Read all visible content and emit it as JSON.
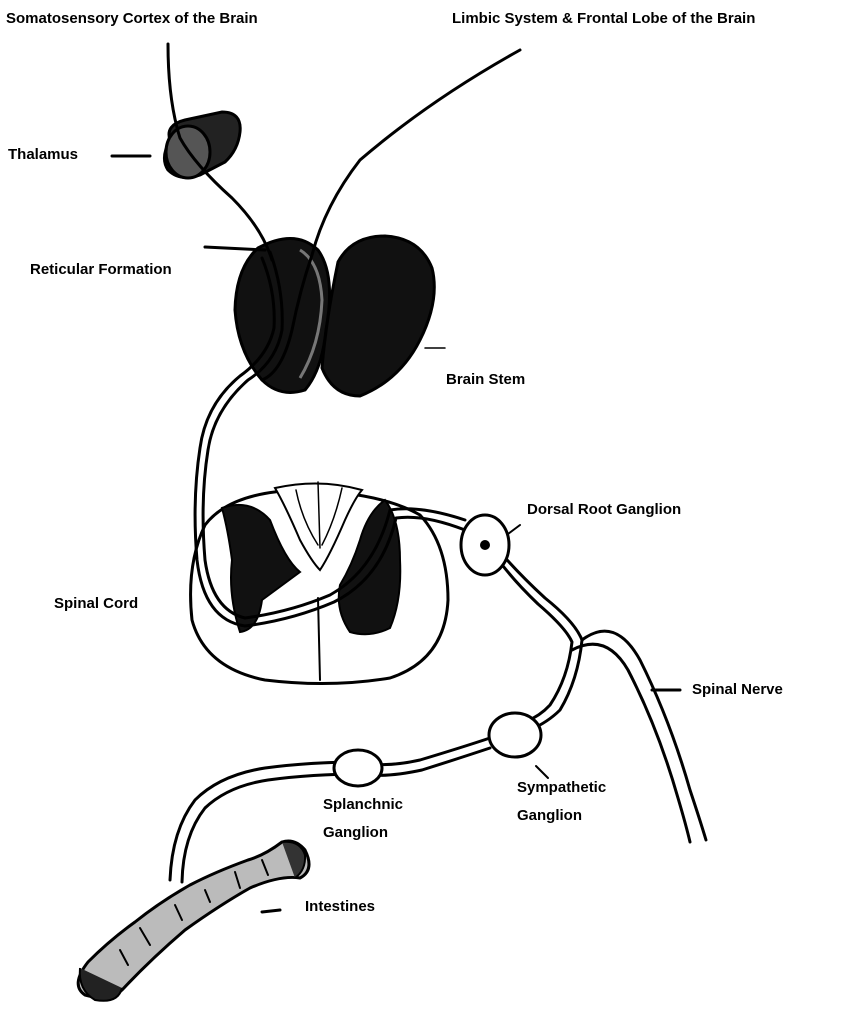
{
  "labels": {
    "somatosensory": "Somatosensory Cortex of the Brain",
    "limbic": "Limbic System & Frontal Lobe of the Brain",
    "thalamus": "Thalamus",
    "reticular": "Reticular Formation",
    "brain_stem": "Brain Stem",
    "dorsal_root": "Dorsal Root Ganglion",
    "spinal_cord": "Spinal Cord",
    "spinal_nerve": "Spinal Nerve",
    "splanchnic_line1": "Splanchnic",
    "splanchnic_line2": "Ganglion",
    "sympathetic_line1": "Sympathetic",
    "sympathetic_line2": "Ganglion",
    "intestines": "Intestines"
  },
  "colors": {
    "ink": "#000000",
    "paper": "#ffffff",
    "mass": "#111111"
  }
}
